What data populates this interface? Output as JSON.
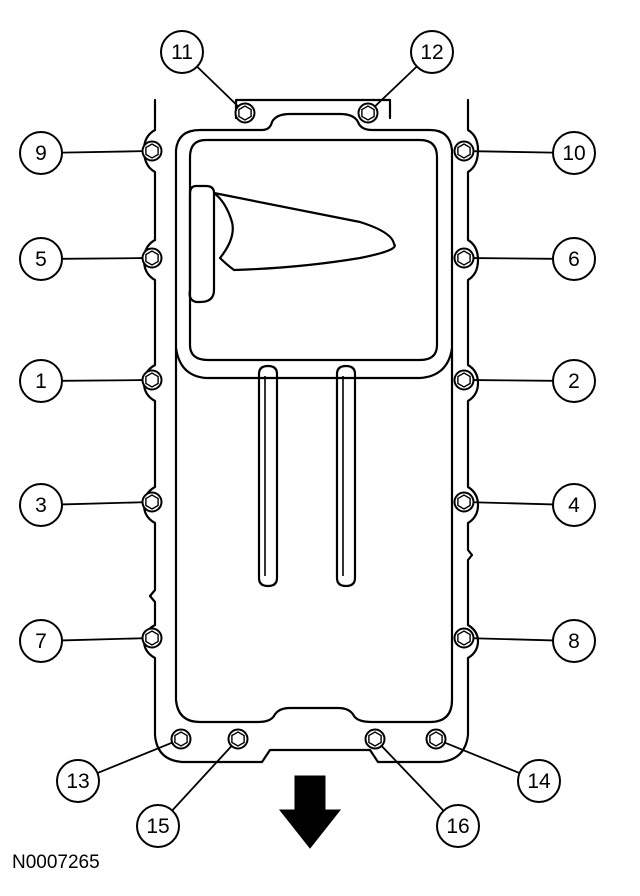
{
  "figure": {
    "reference_code": "N0007265",
    "bolt_callouts": [
      "1",
      "2",
      "3",
      "4",
      "5",
      "6",
      "7",
      "8",
      "9",
      "10",
      "11",
      "12",
      "13",
      "14",
      "15",
      "16"
    ],
    "direction_arrow": "arrow-down"
  },
  "colors": {
    "line": "#000000",
    "background": "#ffffff"
  }
}
